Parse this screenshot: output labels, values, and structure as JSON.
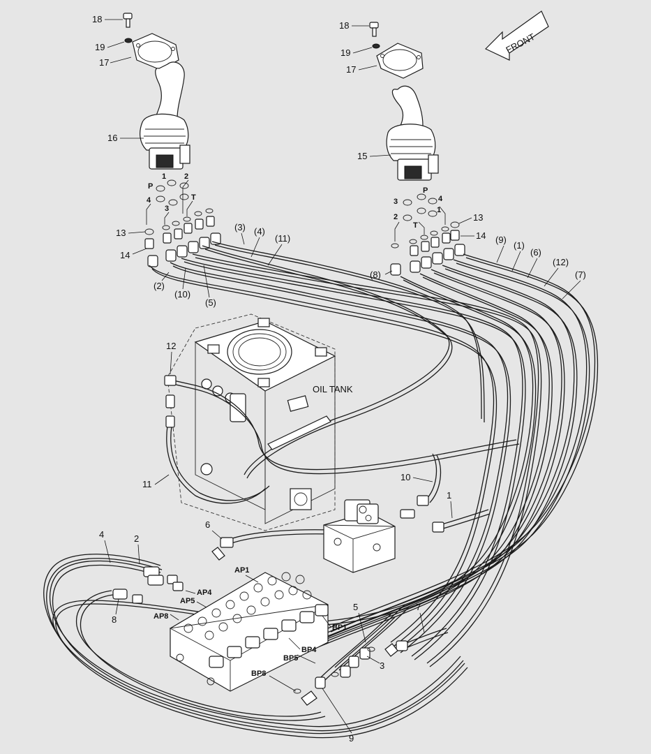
{
  "labels": {
    "front": "FRONT",
    "oil_tank": "OIL TANK",
    "left_joystick": {
      "bolt": "18",
      "washer": "19",
      "plate": "17",
      "joystick": "16",
      "seal": "13",
      "fitting": "14",
      "port_p": "P",
      "port_1": "1",
      "port_2": "2",
      "port_4": "4",
      "port_3": "3",
      "port_t": "T"
    },
    "right_joystick": {
      "bolt": "18",
      "washer": "19",
      "plate": "17",
      "joystick": "15",
      "seal": "13",
      "fitting": "14",
      "port_p": "P",
      "port_3": "3",
      "port_4": "4",
      "port_2": "2",
      "port_1": "1",
      "port_t": "T"
    },
    "left_hoses": [
      "(3)",
      "(4)",
      "(11)",
      "(2)",
      "(10)",
      "(5)"
    ],
    "right_hoses": [
      "(9)",
      "(1)",
      "(6)",
      "(12)",
      "(7)",
      "(8)"
    ],
    "tank_parts": {
      "hose_12": "12",
      "hose_11": "11",
      "hose_10": "10",
      "hose_1": "1",
      "hose_6": "6"
    },
    "valve_ports": {
      "ap1": "AP1",
      "ap4": "AP4",
      "ap5": "AP5",
      "ap8": "AP8",
      "bp1": "BP1",
      "bp4": "BP4",
      "bp5": "BP5",
      "bp8": "BP8"
    },
    "lower_parts": {
      "hose_4": "4",
      "hose_2": "2",
      "hose_8": "8",
      "hose_5": "5",
      "hose_7": "7",
      "hose_3": "3",
      "hose_9": "9"
    }
  }
}
